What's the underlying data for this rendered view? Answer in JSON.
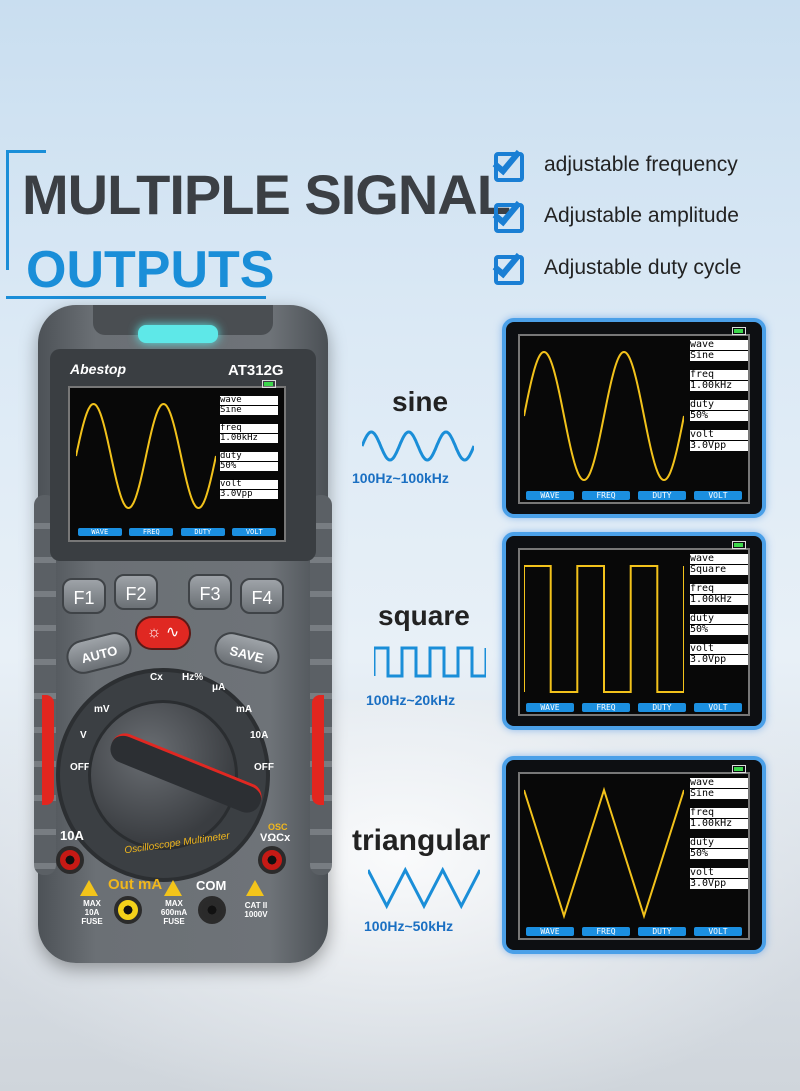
{
  "headline": {
    "line1": "MULTIPLE SIGNAL",
    "line2": "OUTPUTS"
  },
  "features": [
    {
      "label": "adjustable frequency",
      "icon": "checkbox-icon"
    },
    {
      "label": "Adjustable amplitude",
      "icon": "checkbox-icon"
    },
    {
      "label": "Adjustable duty cycle",
      "icon": "checkbox-icon"
    }
  ],
  "colors": {
    "accent": "#1a8ed8",
    "trace": "#f2c21b",
    "softkey": "#1b8fe0",
    "brand_red": "#e2261f"
  },
  "device": {
    "brand": "Abestop",
    "model": "AT312G",
    "screen": {
      "waveform": "sine",
      "params": [
        {
          "key": "wave",
          "value": "Sine"
        },
        {
          "key": "freq",
          "value": "1.00kHz"
        },
        {
          "key": "duty",
          "value": "50%"
        },
        {
          "key": "volt",
          "value": "3.0Vpp"
        }
      ],
      "softkeys": [
        "WAVE",
        "FREQ",
        "DUTY",
        "VOLT"
      ]
    },
    "buttons": {
      "f1": "F1",
      "f2": "F2",
      "f3": "F3",
      "f4": "F4",
      "auto": "AUTO",
      "save": "SAVE",
      "osc": "☼ ∿"
    },
    "dial_marks": [
      "Cx",
      "Hz%",
      "μA",
      "mA",
      "10A",
      "OFF",
      "OFF",
      "V",
      "mV"
    ],
    "dial_arc_label": "Oscilloscope Multimeter",
    "jacks": {
      "left_label": "10A",
      "right_label_top": "OSC",
      "right_label": "VΩCx",
      "out_label": "Out mA",
      "com_label": "COM",
      "fuse1": "MAX\n10A\nFUSE",
      "fuse2": "MAX\n600mA\nFUSE",
      "cat": "CAT II\n1000V"
    }
  },
  "panels": [
    {
      "name": "sine",
      "range": "100Hz~100kHz",
      "waveform": "sine",
      "params": [
        {
          "key": "wave",
          "value": "Sine"
        },
        {
          "key": "freq",
          "value": "1.00kHz"
        },
        {
          "key": "duty",
          "value": "50%"
        },
        {
          "key": "volt",
          "value": "3.0Vpp"
        }
      ],
      "softkeys": [
        "WAVE",
        "FREQ",
        "DUTY",
        "VOLT"
      ]
    },
    {
      "name": "square",
      "range": "100Hz~20kHz",
      "waveform": "square",
      "params": [
        {
          "key": "wave",
          "value": "Square"
        },
        {
          "key": "freq",
          "value": "1.00kHz"
        },
        {
          "key": "duty",
          "value": "50%"
        },
        {
          "key": "volt",
          "value": "3.0Vpp"
        }
      ],
      "softkeys": [
        "WAVE",
        "FREQ",
        "DUTY",
        "VOLT"
      ]
    },
    {
      "name": "triangular",
      "range": "100Hz~50kHz",
      "waveform": "triangle",
      "params": [
        {
          "key": "wave",
          "value": "Sine"
        },
        {
          "key": "freq",
          "value": "1.00kHz"
        },
        {
          "key": "duty",
          "value": "50%"
        },
        {
          "key": "volt",
          "value": "3.0Vpp"
        }
      ],
      "softkeys": [
        "WAVE",
        "FREQ",
        "DUTY",
        "VOLT"
      ]
    }
  ]
}
